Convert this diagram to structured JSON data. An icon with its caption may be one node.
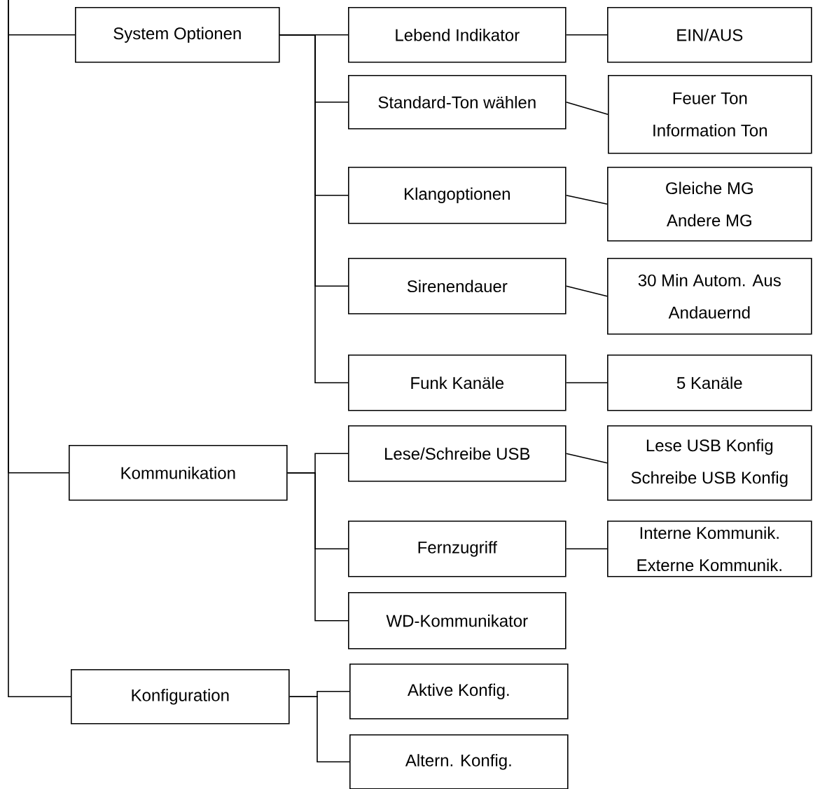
{
  "diagram": {
    "nodes": [
      {
        "text": [
          "System Optionen"
        ]
      },
      {
        "text": [
          "Lebend Indikator"
        ]
      },
      {
        "text": [
          "EIN/AUS"
        ]
      },
      {
        "text": [
          "Standard-Ton wählen"
        ]
      },
      {
        "text": [
          "Feuer Ton",
          "Information Ton"
        ]
      },
      {
        "text": [
          "Klangoptionen"
        ]
      },
      {
        "text": [
          "Gleiche MG",
          "Andere MG"
        ]
      },
      {
        "text": [
          "Sirenendauer"
        ]
      },
      {
        "text": [
          "30 Min Autom. Aus",
          "Andauernd"
        ]
      },
      {
        "text": [
          "Funk Kanäle"
        ]
      },
      {
        "text": [
          "5 Kanäle"
        ]
      },
      {
        "text": [
          "Kommunikation"
        ]
      },
      {
        "text": [
          "Lese/Schreibe USB"
        ]
      },
      {
        "text": [
          "Lese USB Konfig",
          "Schreibe USB Konfig"
        ]
      },
      {
        "text": [
          "Fernzugriff"
        ]
      },
      {
        "text": [
          "Interne Kommunik.",
          "Externe Kommunik."
        ]
      },
      {
        "text": [
          "WD-Kommunikator"
        ]
      },
      {
        "text": [
          "Konfiguration"
        ]
      },
      {
        "text": [
          "Aktive Konfig."
        ]
      },
      {
        "text": [
          "Altern. Konfig."
        ]
      }
    ],
    "edges": [
      {
        "from": null,
        "to": 0,
        "arrow": "none"
      },
      {
        "from": null,
        "to": 11,
        "arrow": "none"
      },
      {
        "from": null,
        "to": 17,
        "arrow": "none"
      },
      {
        "from": 0,
        "to": 1,
        "arrow": "none"
      },
      {
        "from": 0,
        "to": 3,
        "arrow": "none"
      },
      {
        "from": 0,
        "to": 5,
        "arrow": "none"
      },
      {
        "from": 0,
        "to": 7,
        "arrow": "none"
      },
      {
        "from": 0,
        "to": 9,
        "arrow": "none"
      },
      {
        "from": 1,
        "to": 2,
        "arrow": "none"
      },
      {
        "from": 3,
        "to": 4,
        "arrow": "none"
      },
      {
        "from": 5,
        "to": 6,
        "arrow": "none"
      },
      {
        "from": 7,
        "to": 8,
        "arrow": "none"
      },
      {
        "from": 9,
        "to": 10,
        "arrow": "none"
      },
      {
        "from": 11,
        "to": 12,
        "arrow": "none"
      },
      {
        "from": 11,
        "to": 14,
        "arrow": "none"
      },
      {
        "from": 11,
        "to": 16,
        "arrow": "none"
      },
      {
        "from": 12,
        "to": 13,
        "arrow": "none"
      },
      {
        "from": 14,
        "to": 15,
        "arrow": "none"
      },
      {
        "from": 17,
        "to": 18,
        "arrow": "none"
      },
      {
        "from": 17,
        "to": 19,
        "arrow": "none"
      }
    ]
  }
}
